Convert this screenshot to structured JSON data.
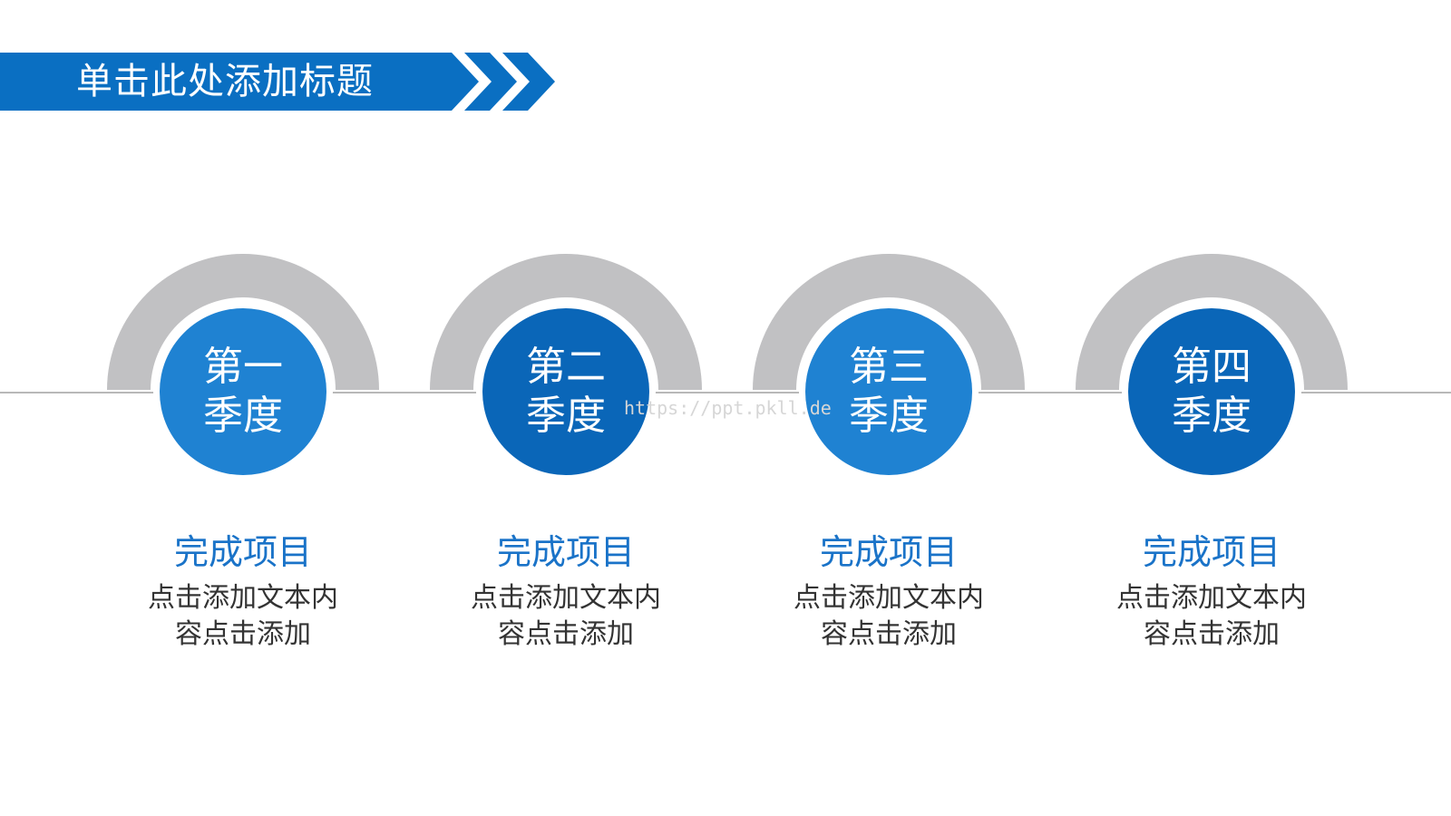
{
  "header": {
    "title": "单击此处添加标题"
  },
  "colors": {
    "banner": "#0a6fc2",
    "arc_gray": "#c1c1c3",
    "circle_light": "#1f82d2",
    "circle_dark": "#0a66b8",
    "heading": "#1a73c8",
    "body_text": "#333333"
  },
  "watermark": "https://ppt.pkll.de",
  "stages": [
    {
      "line1": "第一",
      "line2": "季度",
      "heading": "完成项目",
      "desc1": "点击添加文本内",
      "desc2": "容点击添加"
    },
    {
      "line1": "第二",
      "line2": "季度",
      "heading": "完成项目",
      "desc1": "点击添加文本内",
      "desc2": "容点击添加"
    },
    {
      "line1": "第三",
      "line2": "季度",
      "heading": "完成项目",
      "desc1": "点击添加文本内",
      "desc2": "容点击添加"
    },
    {
      "line1": "第四",
      "line2": "季度",
      "heading": "完成项目",
      "desc1": "点击添加文本内",
      "desc2": "容点击添加"
    }
  ]
}
